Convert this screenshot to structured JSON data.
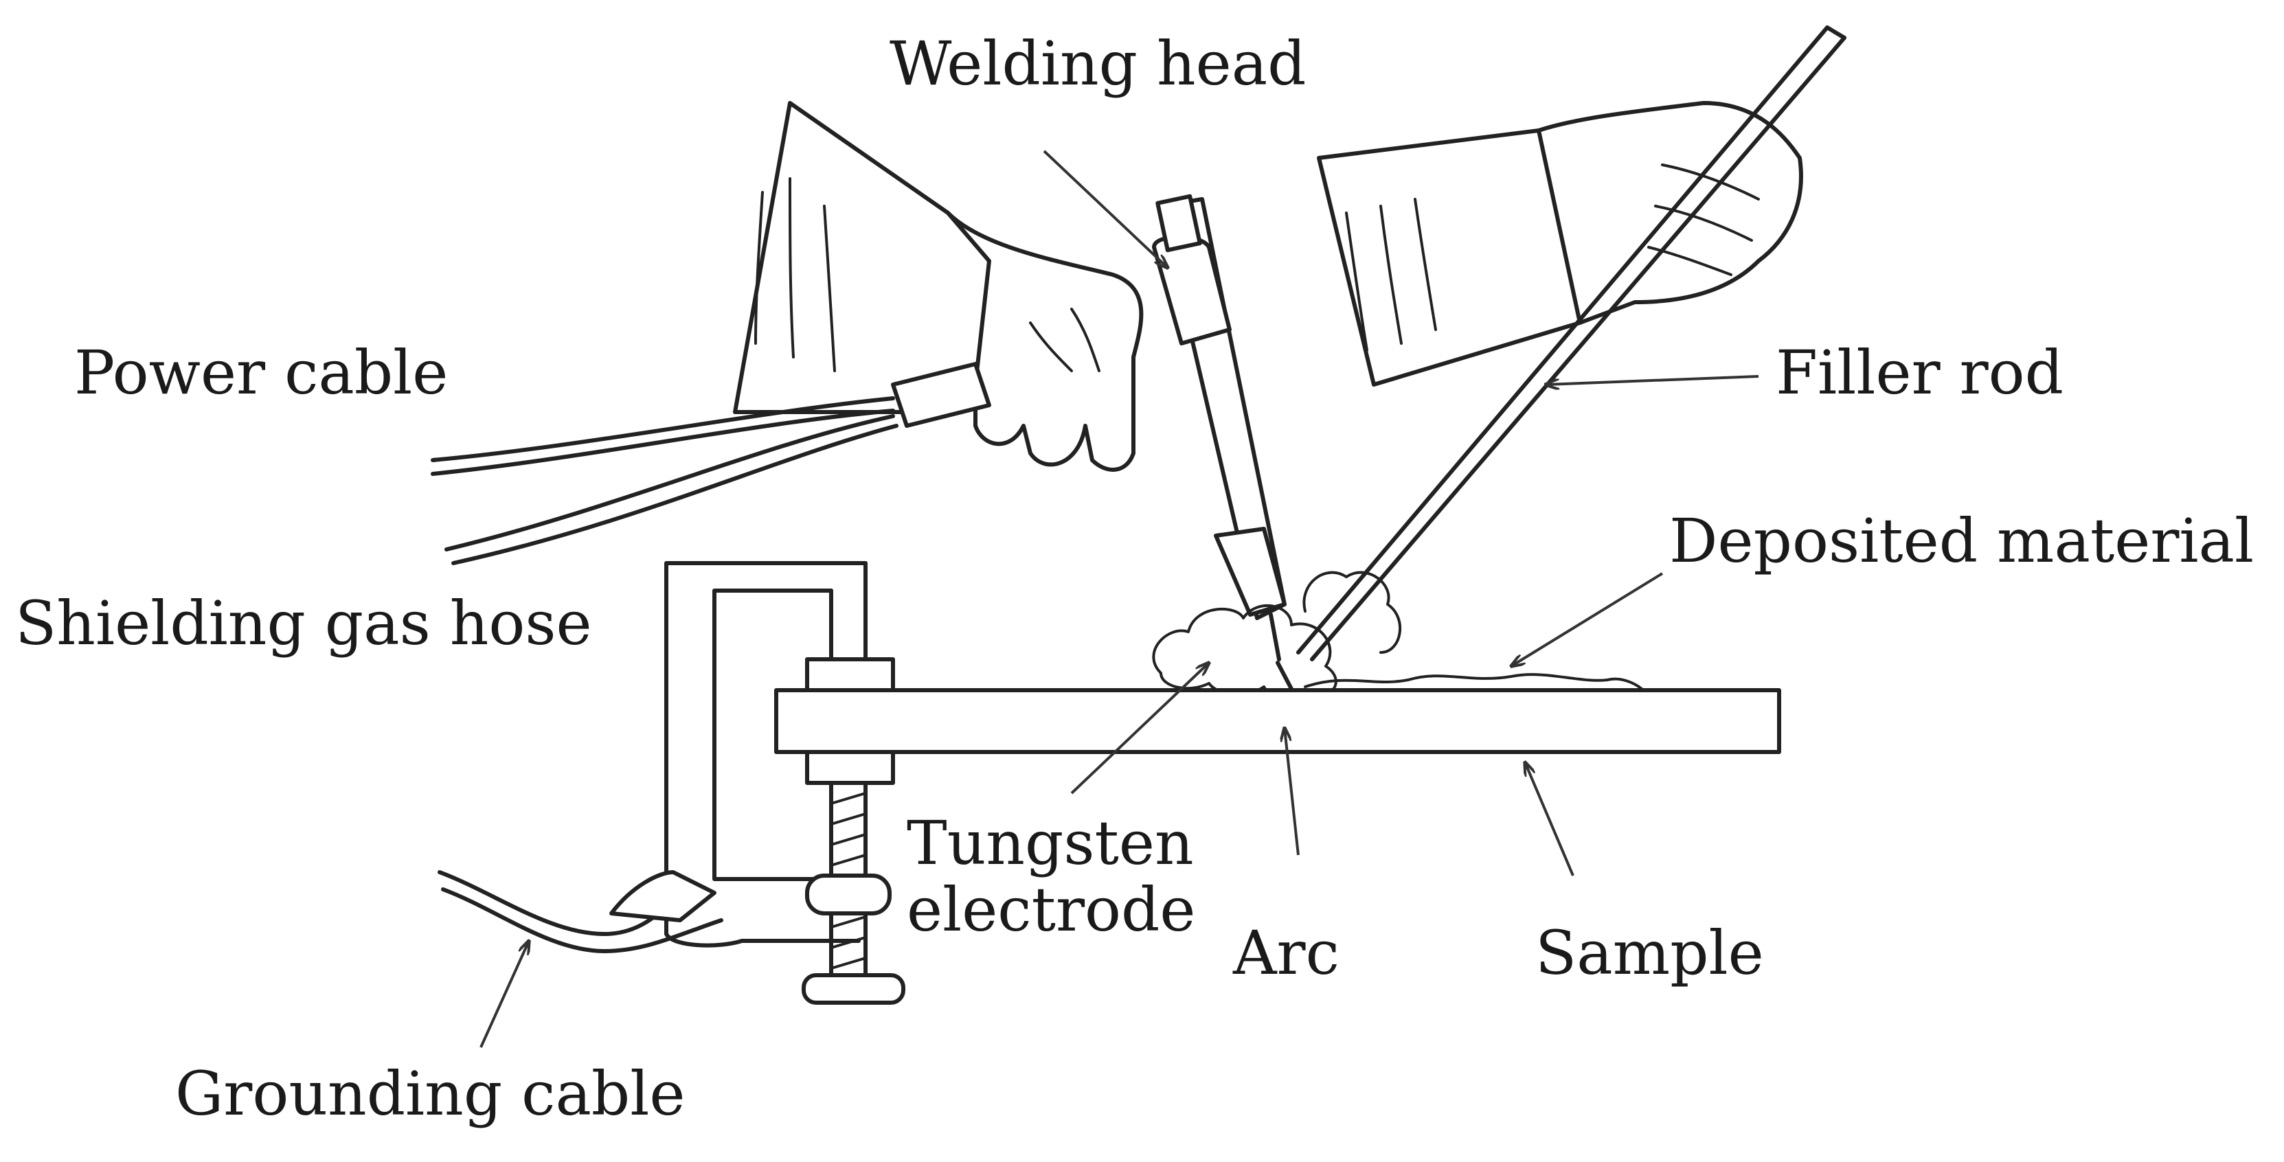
{
  "labels": {
    "welding_head": "Welding head",
    "power_cable": "Power cable",
    "filler_rod": "Filler rod",
    "deposited_material": "Deposited material",
    "shielding_gas_hose": "Shielding gas hose",
    "tungsten_electrode_line1": "Tungsten",
    "tungsten_electrode_line2": "electrode",
    "arc": "Arc",
    "sample": "Sample",
    "grounding_cable": "Grounding cable"
  },
  "colors": {
    "ink": "#222222",
    "background": "#ffffff"
  }
}
